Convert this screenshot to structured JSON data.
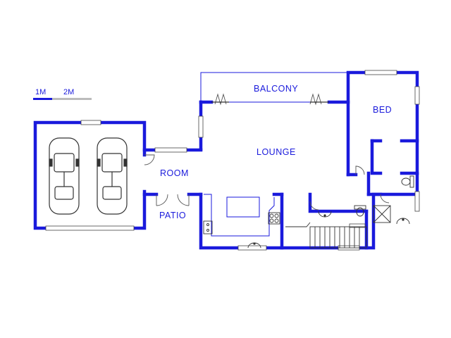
{
  "scale_bar": {
    "label_1": "1M",
    "label_2": "2M"
  },
  "rooms": {
    "balcony": "BALCONY",
    "bed": "BED",
    "lounge": "LOUNGE",
    "room": "ROOM",
    "patio": "PATIO"
  },
  "colors": {
    "wall": "#1a1adc",
    "scale_grey": "#bbbbbb",
    "fixture": "#555555"
  },
  "icons": [
    "car-icon",
    "double-door-icon",
    "swing-door-icon",
    "stove-icon",
    "sink-icon",
    "toilet-icon",
    "basin-icon",
    "shower-icon",
    "stairs-icon"
  ]
}
